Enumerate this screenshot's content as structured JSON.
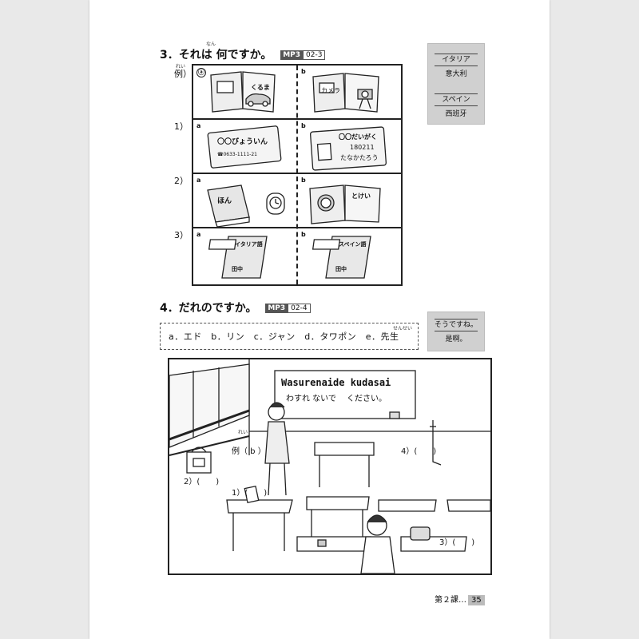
{
  "section3": {
    "title": "3．それは 何ですか。",
    "ruby_nan": "なん",
    "mp3": "MP3",
    "track": "02-3",
    "example_label": "例）",
    "example_ruby": "れい",
    "rows": [
      {
        "label": "",
        "a_marker": "ⓐ",
        "b_marker": "b",
        "a_text": [
          "くるま"
        ],
        "b_text": [
          "カメラ"
        ]
      },
      {
        "label": "1）",
        "a_marker": "a",
        "b_marker": "b",
        "a_text": [
          "〇〇びょういん",
          "☎0633-1111-21"
        ],
        "b_text": [
          "〇〇だいがく",
          "180211",
          "たなかたろう"
        ]
      },
      {
        "label": "2）",
        "a_marker": "a",
        "b_marker": "b",
        "a_text": [
          "ほん"
        ],
        "b_text": [
          "とけい"
        ]
      },
      {
        "label": "3）",
        "a_marker": "a",
        "b_marker": "b",
        "a_text": [
          "イタリア語",
          "田中"
        ],
        "b_text": [
          "スペイン語",
          "田中"
        ]
      }
    ]
  },
  "side_box_1": {
    "items": [
      {
        "jp": "イタリア",
        "cn": "意大利"
      },
      {
        "jp": "スペイン",
        "cn": "西班牙"
      }
    ]
  },
  "section4": {
    "title": "4．だれのですか。",
    "mp3": "MP3",
    "track": "02-4",
    "choices": "a．エド　b．リン　c．ジャン　d．タワポン　e．先生",
    "choices_ruby": "せんせい"
  },
  "side_box_2": {
    "jp": "そうですね。",
    "cn": "是啊。"
  },
  "classroom": {
    "board_line1": "Wasurenaide  kudasai",
    "board_line2": "わすれ ないで　 ください。",
    "example_ruby": "れい",
    "example_label": "例（ b ）",
    "blank_1": "1）(　　)",
    "blank_2": "2）(　　)",
    "blank_3": "3）(　　)",
    "blank_4": "4）(　　)"
  },
  "footer": {
    "lesson": "第２課…",
    "page": "35"
  }
}
